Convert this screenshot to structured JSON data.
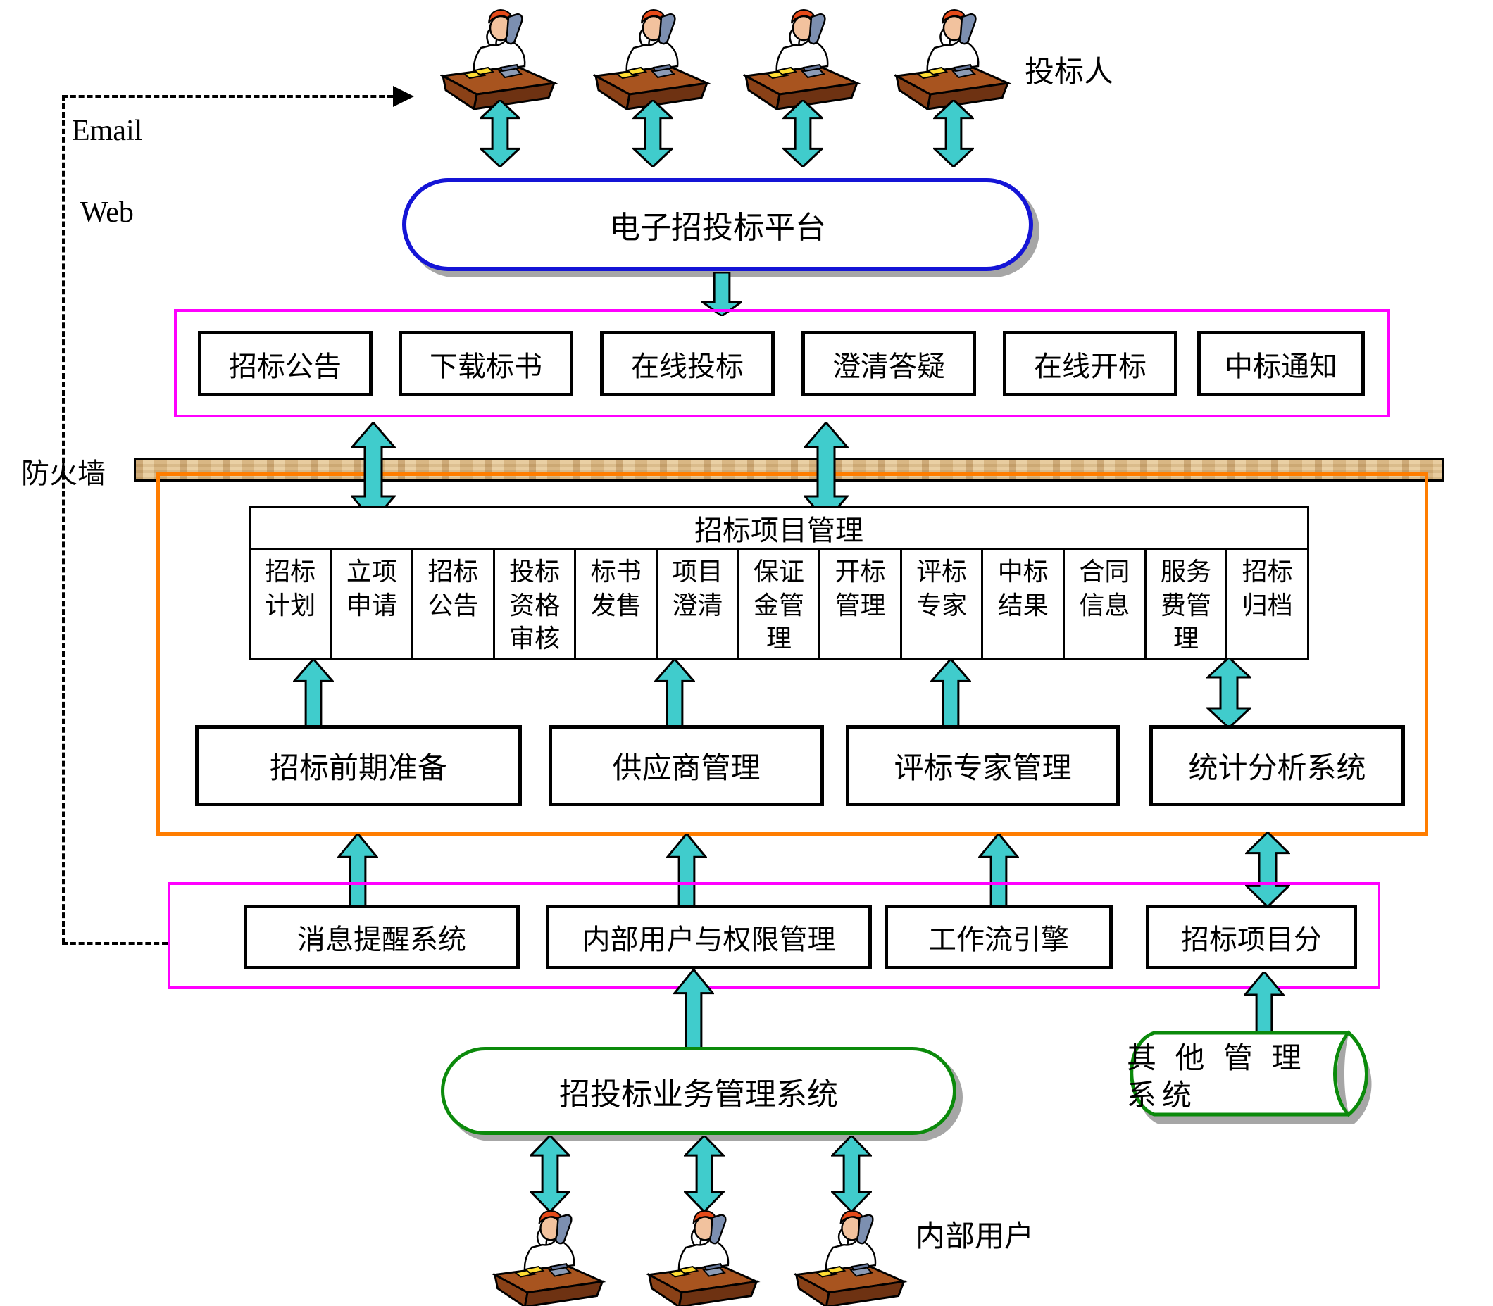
{
  "colors": {
    "arrow_fill": "#40CCCC",
    "magenta_frame": "#FF00FF",
    "orange_frame": "#FF7D00",
    "blue_stadium_border": "#1414D6",
    "green_border": "#0B8A0B",
    "firewall_bar": "#E3C492",
    "shadow": "#A6A6A6"
  },
  "top": {
    "bidders_label": "投标人",
    "email_label": "Email",
    "web_label": "Web"
  },
  "platform": {
    "label": "电子招投标平台"
  },
  "portal": {
    "items": [
      "招标公告",
      "下载标书",
      "在线投标",
      "澄清答疑",
      "在线开标",
      "中标通知"
    ]
  },
  "firewall": {
    "label": "防火墙"
  },
  "project_management": {
    "title": "招标项目管理",
    "modules": [
      "招标\n计划",
      "立项\n申请",
      "招标\n公告",
      "投标\n资格\n审核",
      "标书\n发售",
      "项目\n澄清",
      "保证\n金管\n理",
      "开标\n管理",
      "评标\n专家",
      "中标\n结果",
      "合同\n信息",
      "服务\n费管\n理",
      "招标\n归档"
    ]
  },
  "subsystems": {
    "items": [
      "招标前期准备",
      "供应商管理",
      "评标专家管理",
      "统计分析系统"
    ]
  },
  "support": {
    "items": [
      "消息提醒系统",
      "内部用户与权限管理",
      "工作流引擎",
      "招标项目分"
    ]
  },
  "business_system": {
    "label": "招投标业务管理系统"
  },
  "other_system": {
    "line1": "其 他 管 理",
    "line2": "系统"
  },
  "bottom": {
    "internal_users_label": "内部用户"
  }
}
